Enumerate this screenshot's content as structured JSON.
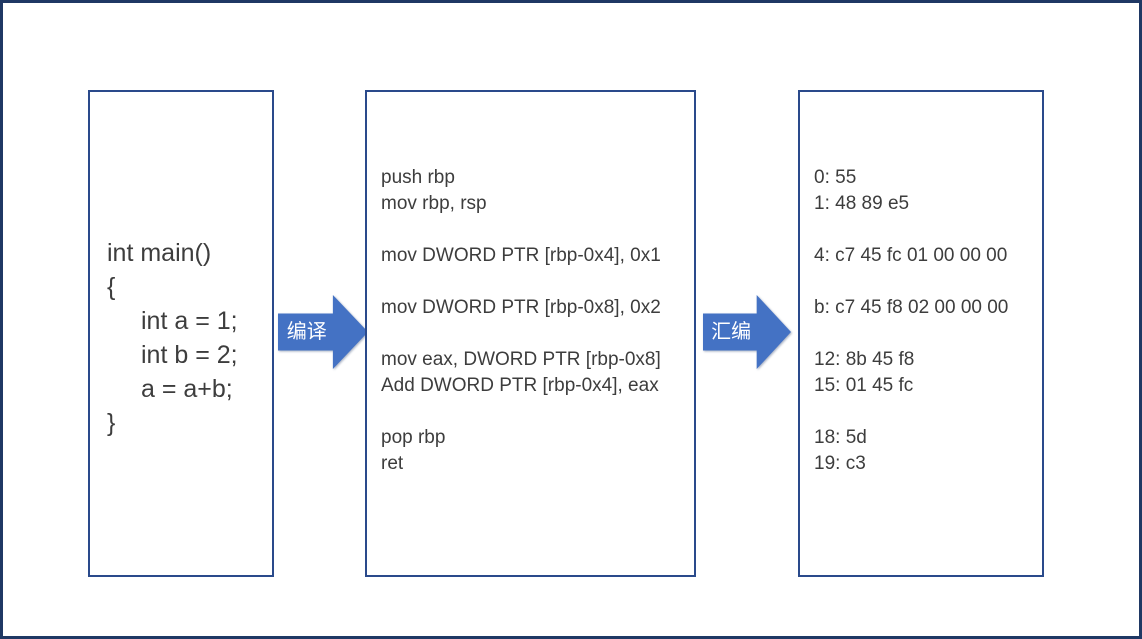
{
  "diagram": {
    "source_box": {
      "lines": [
        {
          "text": "int main()",
          "indent": false
        },
        {
          "text": "{",
          "indent": false
        },
        {
          "text": "int a = 1;",
          "indent": true
        },
        {
          "text": "int b = 2;",
          "indent": true
        },
        {
          "text": "a = a+b;",
          "indent": true
        },
        {
          "text": "}",
          "indent": false
        }
      ]
    },
    "assembly_box": {
      "lines": [
        "push rbp",
        "mov rbp, rsp",
        "",
        "mov DWORD PTR [rbp-0x4], 0x1",
        "",
        "mov DWORD PTR [rbp-0x8], 0x2",
        "",
        "mov eax, DWORD PTR [rbp-0x8]",
        "Add DWORD PTR [rbp-0x4], eax",
        "",
        "pop rbp",
        "ret"
      ]
    },
    "machine_code_box": {
      "lines": [
        "0: 55",
        "1: 48 89 e5",
        "",
        "4: c7 45 fc 01 00 00 00",
        "",
        "b: c7 45 f8 02 00 00 00",
        "",
        "12: 8b 45 f8",
        "15: 01 45 fc",
        "",
        "18: 5d",
        "19: c3"
      ]
    },
    "arrows": [
      {
        "label": "编译"
      },
      {
        "label": "汇编"
      }
    ],
    "colors": {
      "arrow_fill": "#4472c4",
      "arrow_label_text": "#ffffff",
      "box_border": "#2a4a8b",
      "outer_frame_border": "#1f3864",
      "text": "#3d3d3d",
      "background": "#ffffff"
    }
  }
}
